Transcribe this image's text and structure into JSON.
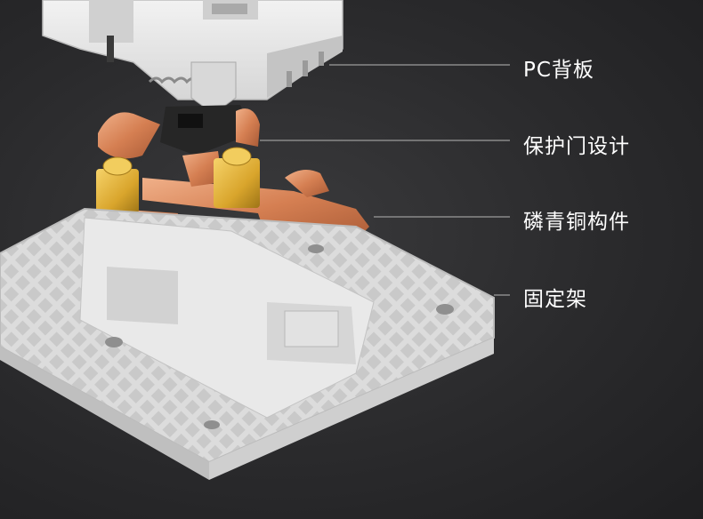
{
  "labels": [
    {
      "text": "PC背板"
    },
    {
      "text": "保护门设计"
    },
    {
      "text": "磷青铜构件"
    },
    {
      "text": "固定架"
    }
  ],
  "colors": {
    "background": "#2d2d2f",
    "plastic": "#e6e6e6",
    "copper": "#d9875a",
    "brass": "#d9a52c",
    "shutter": "#2a2a2a",
    "leader_line": "#8a8a8a",
    "label_text": "#ffffff"
  }
}
